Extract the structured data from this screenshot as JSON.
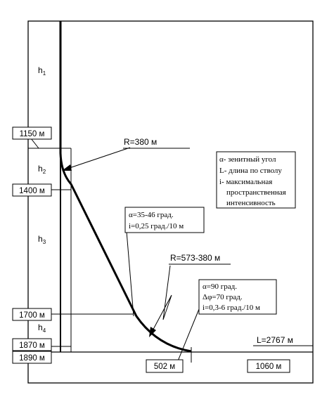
{
  "depths": {
    "d1150": "1150 м",
    "d1400": "1400 м",
    "d1700": "1700 м",
    "d1870": "1870 м",
    "d1890": "1890 м"
  },
  "sections": {
    "h1": "h",
    "h1_sub": "1",
    "h2": "h",
    "h2_sub": "2",
    "h3": "h",
    "h3_sub": "3",
    "h4": "h",
    "h4_sub": "4"
  },
  "callouts": {
    "r380": "R=380 м",
    "r573": "R=573-380 м",
    "seg1_line1": "α=35-46 град.",
    "seg1_line2": "i=0,25 град./10 м",
    "seg2_line1": "α=90 град.",
    "seg2_line2": "Δφ=70 град.",
    "seg2_line3": "i=0,3-6 град./10 м"
  },
  "horizontal": {
    "h502": "502 м",
    "h1060": "1060 м",
    "length": "L=2767 м"
  },
  "legend": {
    "line1": "α- зенитный угол",
    "line2": "L- длина по стволу",
    "line3": "i- максимальная",
    "line4": "пространственная",
    "line5": "интенсивность"
  }
}
